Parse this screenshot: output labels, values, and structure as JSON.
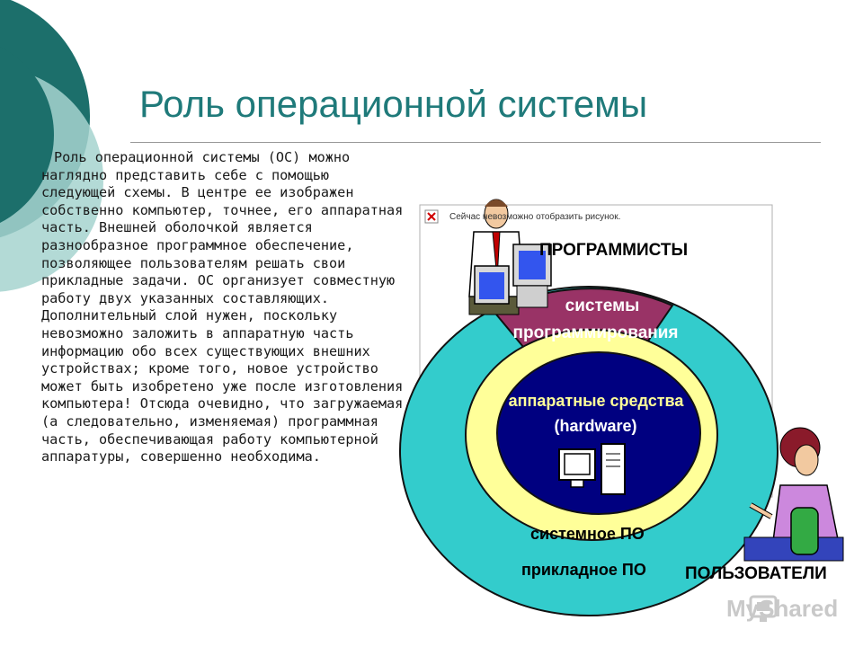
{
  "slide": {
    "title": "Роль операционной системы",
    "body_text": "Роль операционной системы (ОС) можно наглядно представить себе с помощью следующей схемы. В центре ее изображен собственно компьютер, точнее, его аппаратная часть. Внешней оболочкой является разнообразное программное обеспечение, позволяющее пользователям решать свои прикладные задачи. ОС организует совместную работу двух указанных составляющих. Дополнительный слой нужен, поскольку невозможно заложить в аппаратную часть информацию обо всех существующих внешних устройствах; кроме того, новое устройство может быть изобретено уже после изготовления компьютера! Отсюда очевидно, что загружаемая (а следовательно, изменяемая) программная часть, обеспечивающая работу компьютерной аппаратуры, совершенно необходима."
  },
  "diagram": {
    "broken_image_text": "Сейчас невозможно отобразить рисунок.",
    "label_programmers": "ПРОГРАММИСТЫ",
    "label_sys_prog_line1": "системы",
    "label_sys_prog_line2": "программирования",
    "label_hardware_line1": "аппаратные средства",
    "label_hardware_line2": "(hardware)",
    "label_system_sw": "системное ПО",
    "label_app_sw": "прикладное ПО",
    "label_users": "ПОЛЬЗОВАТЕЛИ",
    "colors": {
      "outer_ring": "#33cccc",
      "middle_ring": "#ffff99",
      "core": "#000080",
      "wedge": "#993366",
      "title": "#1f7a7a"
    }
  },
  "watermark": {
    "text": "MyShared"
  }
}
